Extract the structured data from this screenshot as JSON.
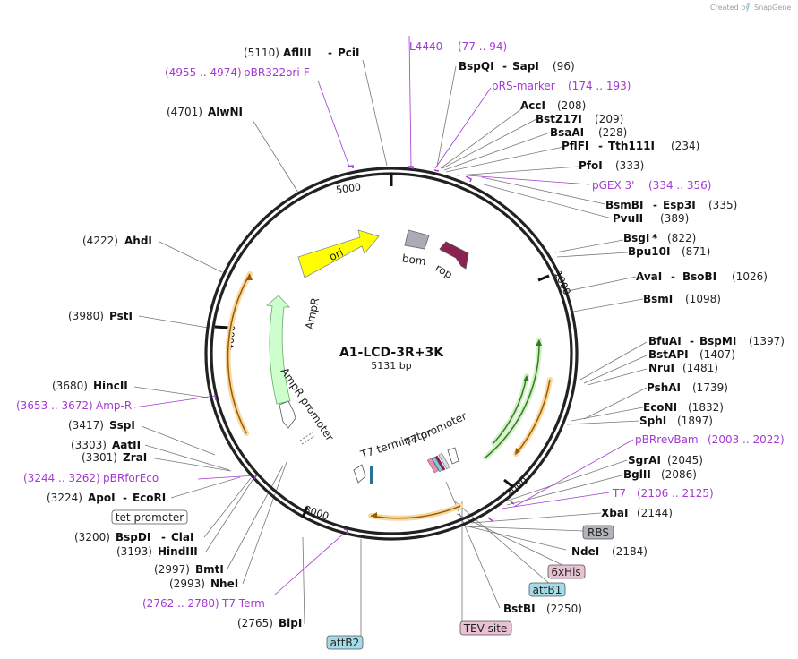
{
  "credit": {
    "created_by": "Created by",
    "brand": "SnapGene"
  },
  "plasmid": {
    "name": "A1-LCD-3R+3K",
    "size": "5131 bp"
  },
  "scale_ticks": [
    "5000",
    "1000",
    "4000",
    "2000",
    "3000"
  ],
  "features": {
    "ori": "ori",
    "bom": "bom",
    "rop": "rop",
    "ampr": "AmpR",
    "ampr_promoter": "AmpR promoter",
    "t7_promoter": "T7 promoter",
    "t7_terminator": "T7 terminator"
  },
  "colors": {
    "ori": "#ffff00",
    "bom": "#a9acb4",
    "rop": "#8b2252",
    "ampr": "#ccffcc",
    "primer": "#a33ad1",
    "orf_orange": "#f5a623",
    "orf_green": "#58b34a",
    "backbone": "#222222"
  },
  "sites": {
    "afliii": {
      "pos": "(5110)",
      "name": "AflIII",
      "name2": "PciI"
    },
    "pbr322ori": {
      "pos": "(4955 .. 4974)",
      "name": "pBR322ori-F"
    },
    "alwni": {
      "pos": "(4701)",
      "name": "AlwNI"
    },
    "ahdi": {
      "pos": "(4222)",
      "name": "AhdI"
    },
    "psti": {
      "pos": "(3980)",
      "name": "PstI"
    },
    "hincii": {
      "pos": "(3680)",
      "name": "HincII"
    },
    "ampr_primer": {
      "pos": "(3653 .. 3672)",
      "name": "Amp-R"
    },
    "sspi": {
      "pos": "(3417)",
      "name": "SspI"
    },
    "aatii": {
      "pos": "(3303)",
      "name": "AatII"
    },
    "zrai": {
      "pos": "(3301)",
      "name": "ZraI"
    },
    "pbrforeco": {
      "pos": "(3244 .. 3262)",
      "name": "pBRforEco"
    },
    "apoi": {
      "pos": "(3224)",
      "name": "ApoI",
      "name2": "EcoRI"
    },
    "tet_promoter": {
      "name": "tet promoter"
    },
    "bspdi": {
      "pos": "(3200)",
      "name": "BspDI",
      "name2": "ClaI"
    },
    "hindiii": {
      "pos": "(3193)",
      "name": "HindIII"
    },
    "bmti": {
      "pos": "(2997)",
      "name": "BmtI"
    },
    "nhei": {
      "pos": "(2993)",
      "name": "NheI"
    },
    "t7term": {
      "pos": "(2762 .. 2780)",
      "name": "T7 Term"
    },
    "blpi": {
      "pos": "(2765)",
      "name": "BlpI"
    },
    "attb2": {
      "name": "attB2"
    },
    "l4440": {
      "name": "L4440",
      "pos": "(77 .. 94)"
    },
    "bspqi": {
      "name": "BspQI",
      "name2": "SapI",
      "pos": "(96)"
    },
    "prs_marker": {
      "name": "pRS-marker",
      "pos": "(174 .. 193)"
    },
    "acci": {
      "name": "AccI",
      "pos": "(208)"
    },
    "bstz17i": {
      "name": "BstZ17I",
      "pos": "(209)"
    },
    "bsaai": {
      "name": "BsaAI",
      "pos": "(228)"
    },
    "pflfi": {
      "name": "PflFI",
      "name2": "Tth111I",
      "pos": "(234)"
    },
    "pfoi": {
      "name": "PfoI",
      "pos": "(333)"
    },
    "pgex3": {
      "name": "pGEX 3'",
      "pos": "(334 .. 356)"
    },
    "bsmbi": {
      "name": "BsmBI",
      "name2": "Esp3I",
      "pos": "(335)"
    },
    "pvuii": {
      "name": "PvuII",
      "pos": "(389)"
    },
    "bsgi": {
      "name": "BsgI",
      "star": "*",
      "pos": "(822)"
    },
    "bpu10i": {
      "name": "Bpu10I",
      "pos": "(871)"
    },
    "avai": {
      "name": "AvaI",
      "name2": "BsoBI",
      "pos": "(1026)"
    },
    "bsmi": {
      "name": "BsmI",
      "pos": "(1098)"
    },
    "bfuai": {
      "name": "BfuAI",
      "name2": "BspMI",
      "pos": "(1397)"
    },
    "bstapi": {
      "name": "BstAPI",
      "pos": "(1407)"
    },
    "krui": {
      "name": "NruI",
      "pos": "(1481)"
    },
    "pshai": {
      "name": "PshAI",
      "pos": "(1739)"
    },
    "econi": {
      "name": "EcoNI",
      "pos": "(1832)"
    },
    "sphi": {
      "name": "SphI",
      "pos": "(1897)"
    },
    "pbrrevbam": {
      "name": "pBRrevBam",
      "pos": "(2003 .. 2022)"
    },
    "sgrai": {
      "name": "SgrAI",
      "pos": "(2045)"
    },
    "bglii": {
      "name": "BglII",
      "pos": "(2086)"
    },
    "t7": {
      "name": "T7",
      "pos": "(2106 .. 2125)"
    },
    "xbai": {
      "name": "XbaI",
      "pos": "(2144)"
    },
    "rbs": {
      "name": "RBS"
    },
    "ndei": {
      "name": "NdeI",
      "pos": "(2184)"
    },
    "sixhis": {
      "name": "6xHis"
    },
    "attb1": {
      "name": "attB1"
    },
    "bstbi": {
      "name": "BstBI",
      "pos": "(2250)"
    },
    "tev": {
      "name": "TEV site"
    }
  }
}
